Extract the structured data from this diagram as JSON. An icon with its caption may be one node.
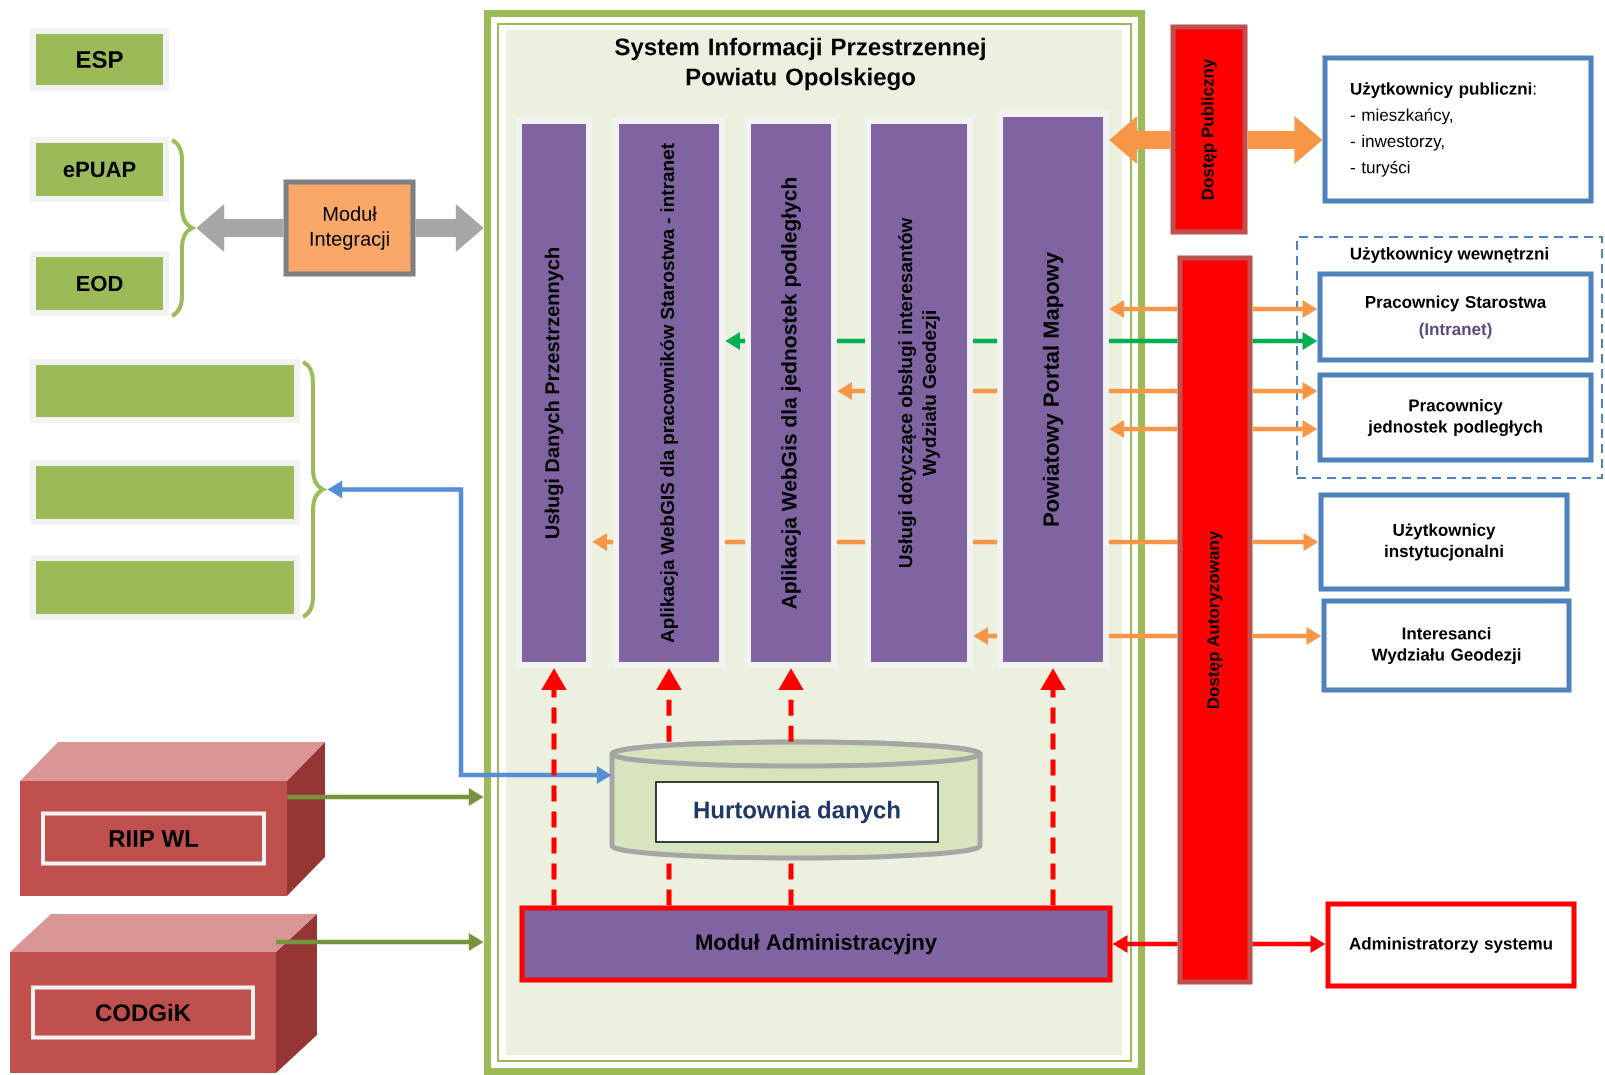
{
  "diagram": {
    "nodes": [
      {
        "text": [
          "ESP"
        ]
      },
      {
        "text": [
          "ePUAP"
        ]
      },
      {
        "text": [
          "EOD"
        ]
      },
      {
        "text": [],
        "shape": "brace"
      },
      {
        "text": [],
        "shape": "box"
      },
      {
        "text": [],
        "shape": "box"
      },
      {
        "text": [],
        "shape": "box"
      },
      {
        "text": [],
        "shape": "brace"
      },
      {
        "text": [
          "Moduł Integracji"
        ]
      },
      {
        "text": [
          "System Informacji Przestrzennej Powiatu Opolskiego"
        ]
      },
      {
        "text": [
          "Usługi Danych Przestrzennych"
        ],
        "in": 9
      },
      {
        "text": [
          "Aplikacja WebGIS dla pracowników Starostwa - intranet"
        ],
        "in": 9
      },
      {
        "text": [
          "Aplikacja WebGis dla jednostek podległych"
        ],
        "in": 9
      },
      {
        "text": [
          "Usługi dotyczące obsługi interesantów Wydziału Geodezji"
        ],
        "in": 9
      },
      {
        "text": [
          "Powiatowy Portal Mapowy"
        ],
        "in": 9
      },
      {
        "text": [
          "Hurtownia danych"
        ],
        "in": 9
      },
      {
        "text": [
          "Moduł Administracyjny"
        ],
        "in": 9
      },
      {
        "text": [
          "Dostęp Publiczny"
        ]
      },
      {
        "text": [
          "Dostęp Autoryzowany"
        ]
      },
      {
        "text": [
          "**Użytkownicy publiczni**:",
          "- mieszkańcy,",
          "- inwestorzy,",
          "- turyści"
        ]
      },
      {
        "text": [
          "Użytkownicy wewnętrzni"
        ]
      },
      {
        "text": [
          "Pracownicy Starostwa",
          "(Intranet)"
        ],
        "in": 20
      },
      {
        "text": [
          "Pracownicy jednostek podległych"
        ],
        "in": 20
      },
      {
        "text": [
          "Użytkownicy instytucjonalni"
        ]
      },
      {
        "text": [
          "Interesanci Wydziału Geodezji"
        ]
      },
      {
        "text": [
          "Administratorzy systemu"
        ]
      },
      {
        "text": [
          "RIIP WL"
        ]
      },
      {
        "text": [
          "CODGiK"
        ]
      }
    ],
    "edges": [
      {
        "from": 8,
        "to": 3,
        "arrow": "to",
        "style": "thick",
        "color": "#a6a6a6"
      },
      {
        "from": 8,
        "to": 9,
        "arrow": "to",
        "style": "thick",
        "color": "#a6a6a6"
      },
      {
        "from": 15,
        "to": 7,
        "arrow": "both",
        "color": "#558ed5"
      },
      {
        "from": 26,
        "to": 9,
        "arrow": "to",
        "color": "#77933c"
      },
      {
        "from": 27,
        "to": 9,
        "arrow": "to",
        "color": "#77933c"
      },
      {
        "from": 16,
        "to": 10,
        "arrow": "to",
        "style": "dashed",
        "color": "#ff0000"
      },
      {
        "from": 16,
        "to": 15,
        "arrow": "none",
        "style": "dashed",
        "color": "#ff0000"
      },
      {
        "from": 15,
        "to": 11,
        "arrow": "to",
        "style": "dashed",
        "color": "#ff0000"
      },
      {
        "from": 16,
        "to": 15,
        "arrow": "none",
        "style": "dashed",
        "color": "#ff0000"
      },
      {
        "from": 15,
        "to": 12,
        "arrow": "to",
        "style": "dashed",
        "color": "#ff0000"
      },
      {
        "from": 16,
        "to": 14,
        "arrow": "to",
        "style": "dashed",
        "color": "#ff0000"
      },
      {
        "from": 18,
        "to": 16,
        "arrow": "to",
        "color": "#ff0000"
      },
      {
        "from": 18,
        "to": 25,
        "arrow": "to",
        "color": "#ff0000"
      },
      {
        "from": 17,
        "to": 14,
        "arrow": "to",
        "style": "thick"
      },
      {
        "from": 17,
        "to": 19,
        "arrow": "to",
        "style": "thick"
      },
      {
        "from": 18,
        "to": 14,
        "arrow": "to"
      },
      {
        "from": 18,
        "to": 21,
        "arrow": "to"
      },
      {
        "from": 12,
        "to": 11,
        "arrow": "to",
        "color": "#00b050"
      },
      {
        "from": 12,
        "to": 13,
        "arrow": "none",
        "color": "#00b050"
      },
      {
        "from": 13,
        "to": 14,
        "arrow": "none",
        "color": "#00b050"
      },
      {
        "from": 14,
        "to": 18,
        "arrow": "none",
        "color": "#00b050"
      },
      {
        "from": 18,
        "to": 21,
        "arrow": "to",
        "color": "#00b050"
      },
      {
        "from": 13,
        "to": 12,
        "arrow": "to"
      },
      {
        "from": 13,
        "to": 14,
        "arrow": "none"
      },
      {
        "from": 14,
        "to": 18,
        "arrow": "none"
      },
      {
        "from": 18,
        "to": 22,
        "arrow": "to"
      },
      {
        "from": 18,
        "to": 14,
        "arrow": "to"
      },
      {
        "from": 18,
        "to": 22,
        "arrow": "to"
      },
      {
        "from": 11,
        "to": 10,
        "arrow": "to"
      },
      {
        "from": 11,
        "to": 12,
        "arrow": "none"
      },
      {
        "from": 12,
        "to": 13,
        "arrow": "none"
      },
      {
        "from": 13,
        "to": 14,
        "arrow": "none"
      },
      {
        "from": 14,
        "to": 18,
        "arrow": "none"
      },
      {
        "from": 18,
        "to": 23,
        "arrow": "to"
      },
      {
        "from": 14,
        "to": 13,
        "arrow": "to"
      },
      {
        "from": 14,
        "to": 18,
        "arrow": "none"
      },
      {
        "from": 18,
        "to": 24,
        "arrow": "to"
      }
    ]
  }
}
